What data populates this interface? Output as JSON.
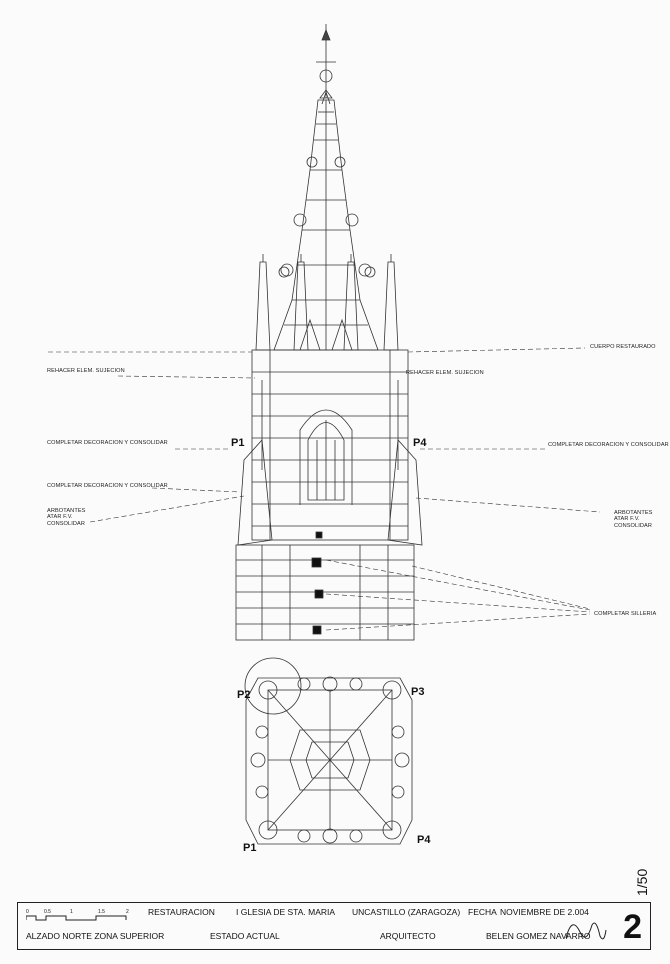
{
  "sheet": {
    "scale": "1/50",
    "sheet_number": "2"
  },
  "annotations": {
    "cuerpo_restaurado": "CUERPO RESTAURADO",
    "rehacer_left": "REHACER ELEM. SUJECION",
    "rehacer_right": "REHACER ELEM. SUJECION",
    "completar_decoracion_left": "COMPLETAR DECORACION Y CONSOLIDAR",
    "completar_decoracion_right": "COMPLETAR DECORACION Y CONSOLIDAR",
    "completar_decoracion_lower": "COMPLETAR DECORACION Y CONSOLIDAR",
    "arbotantes_left": [
      "ARBOTANTES",
      "ATAR F.V.",
      "CONSOLIDAR"
    ],
    "arbotantes_right": [
      "ARBOTANTES",
      "ATAR F.V.",
      "CONSOLIDAR"
    ],
    "completar_silleria": "COMPLETAR SILLERIA"
  },
  "pinnacles": {
    "elevation": [
      "P1",
      "P4"
    ],
    "plan": [
      "P2",
      "P3",
      "P1",
      "P4"
    ]
  },
  "titleblock": {
    "scale_ticks": [
      "0",
      "0.5",
      "1",
      "1.5",
      "2"
    ],
    "project_type": "RESTAURACION",
    "building": "I GLESIA DE STA. MARIA",
    "location": "UNCASTILLO (ZARAGOZA)",
    "date_label": "FECHA",
    "date_value": "NOVIEMBRE  DE 2.004",
    "view": "ALZADO NORTE  ZONA SUPERIOR",
    "state": "ESTADO ACTUAL",
    "role": "ARQUITECTO",
    "architect": "BELEN GOMEZ NAVARRO"
  }
}
